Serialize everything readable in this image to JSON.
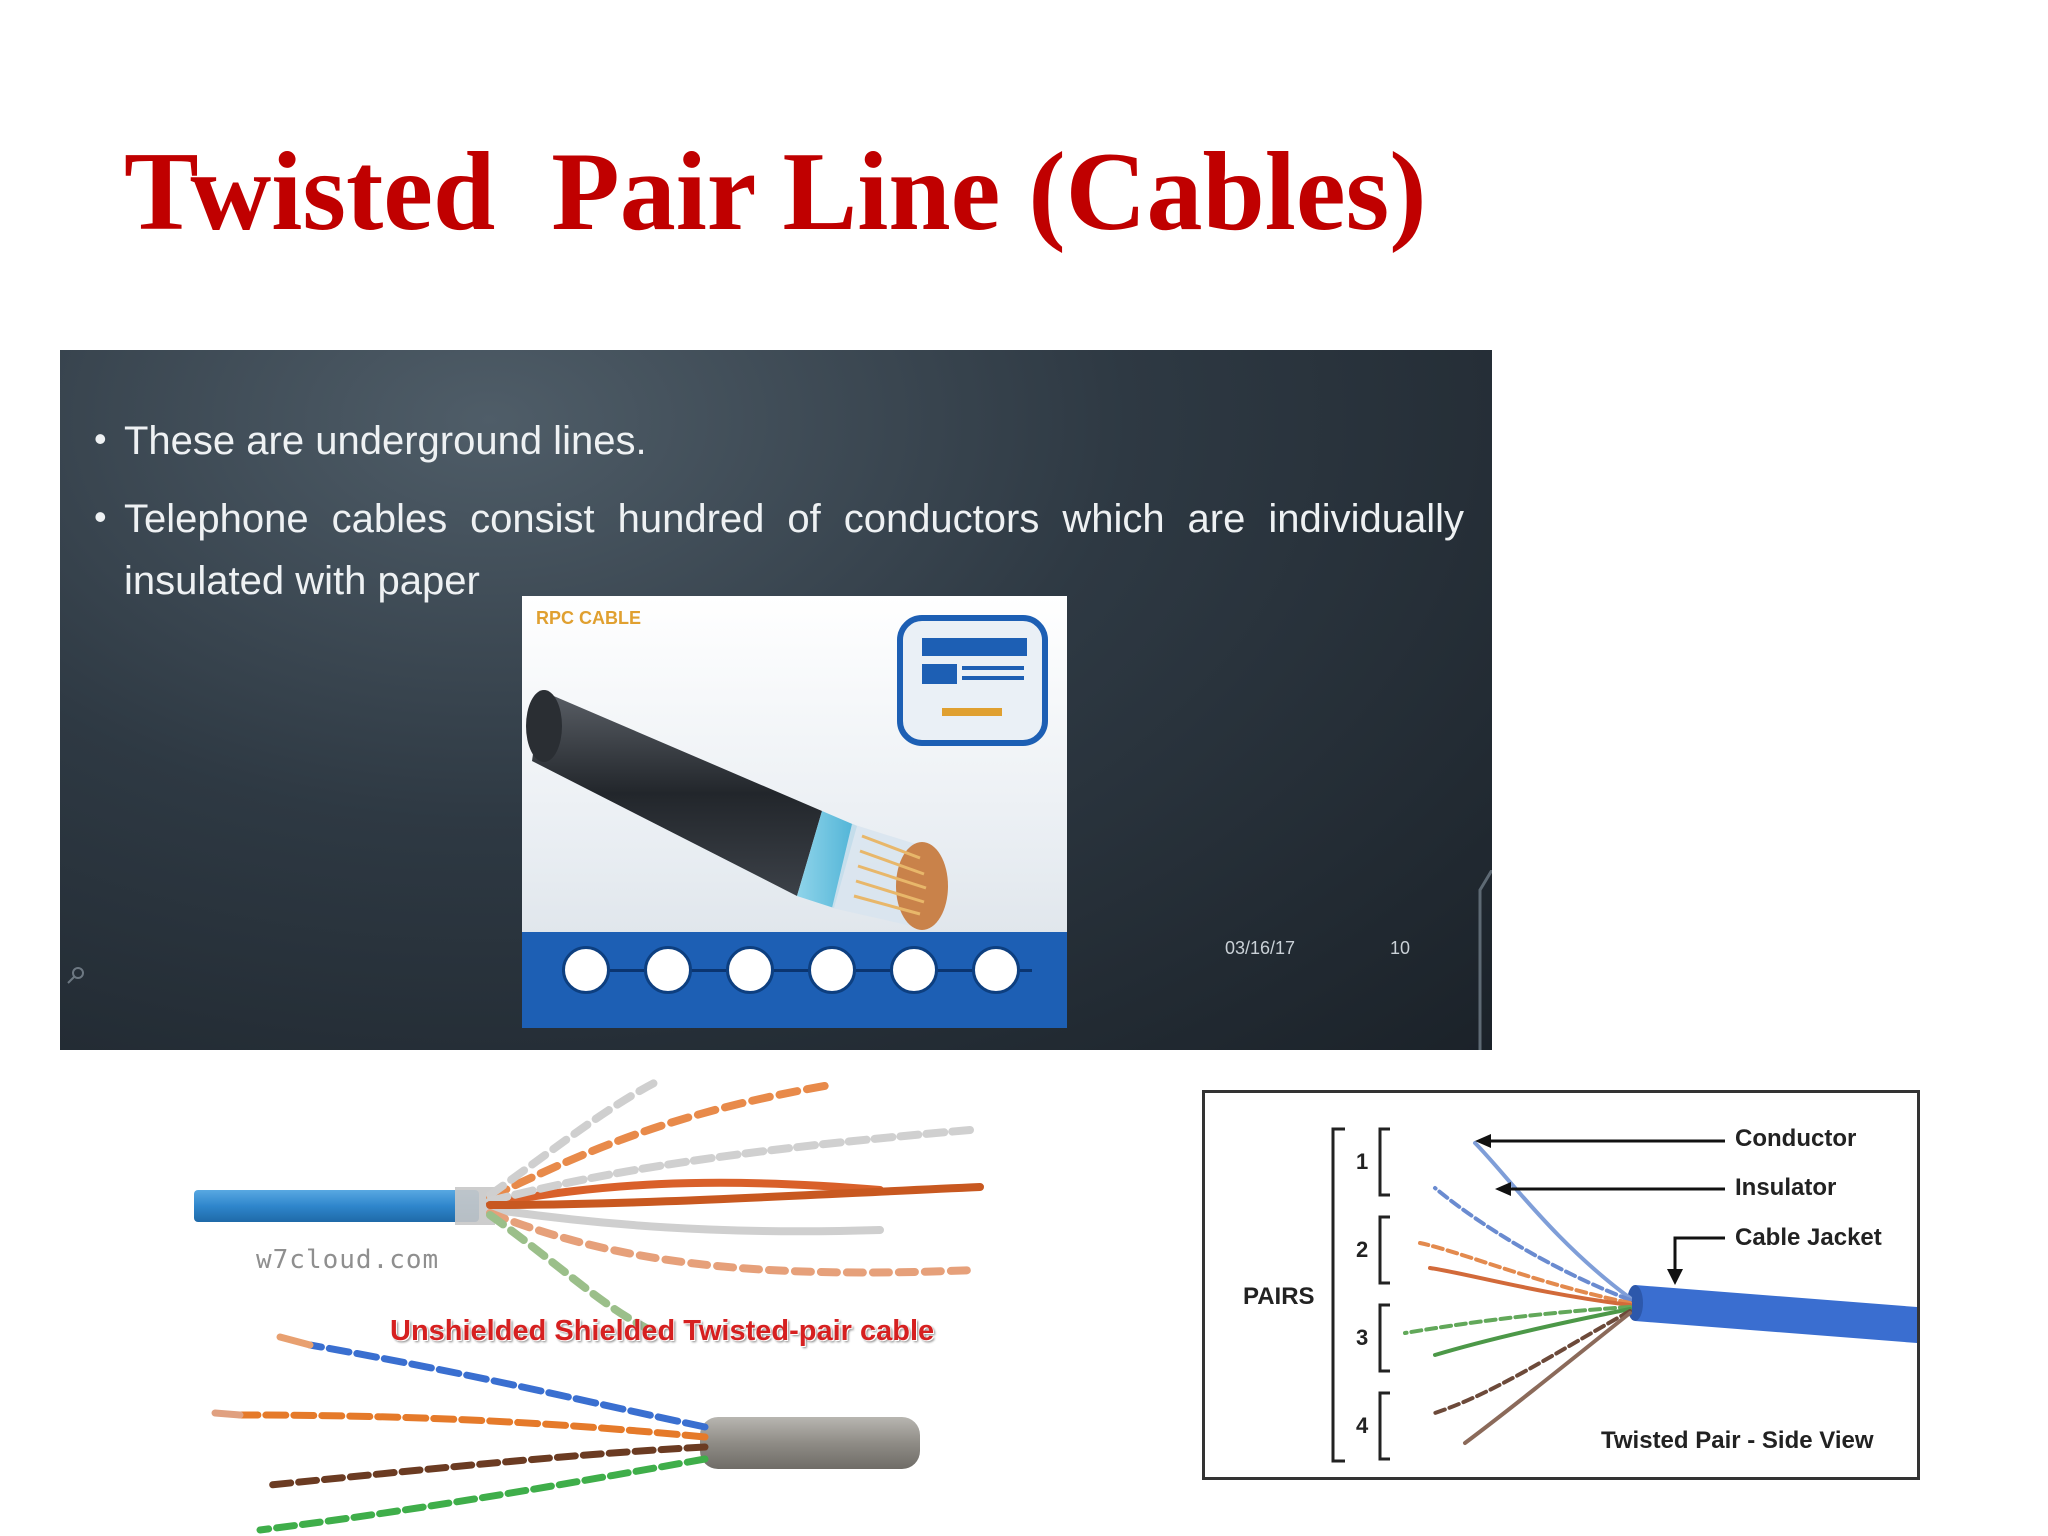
{
  "slide": {
    "title": "Twisted  Pair Line (Cables)"
  },
  "embedded_slide": {
    "bullets": [
      "These are underground lines.",
      "Telephone cables consist hundred of conductors which are individually insulated with paper"
    ],
    "date": "03/16/17",
    "page_number": "10",
    "product_logo": "RPC CABLE"
  },
  "left_photo": {
    "watermark": "w7cloud.com",
    "caption": "Unshielded Shielded Twisted-pair cable"
  },
  "side_view_diagram": {
    "pairs_label": "PAIRS",
    "pair_numbers": [
      "1",
      "2",
      "3",
      "4"
    ],
    "callouts": {
      "conductor": "Conductor",
      "insulator": "Insulator",
      "cable_jacket": "Cable Jacket"
    },
    "caption": "Twisted Pair - Side View"
  },
  "colors": {
    "title_red": "#c00000",
    "caption_red": "#d62020",
    "jacket_blue": "#2f78c4",
    "strip_blue": "#1d5fb4"
  }
}
